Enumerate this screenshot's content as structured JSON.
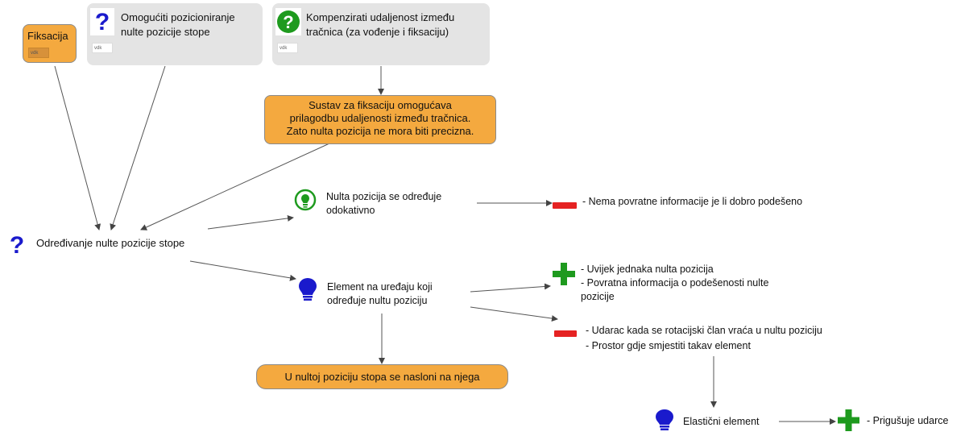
{
  "nodes": {
    "fiksacija": {
      "label": "Fiksacija",
      "tag": "vdk"
    },
    "omoguciti": {
      "label": "Omogućiti pozicioniranje nulte pozicije stope",
      "line1": "Omogućiti pozicioniranje",
      "line2": "nulte pozicije stope",
      "tag": "vdk"
    },
    "kompenzirati": {
      "line1": "Kompenzirati udaljenost između",
      "line2": "tračnica (za vođenje i fiksaciju)",
      "tag": "vdk"
    },
    "sustav": {
      "line1": "Sustav za fiksaciju omogućava",
      "line2": "prilagodbu udaljenosti između tračnica.",
      "line3": "Zato nulta pozicija ne mora biti precizna."
    },
    "odredivanje": {
      "label": "Određivanje nulte pozicije stope"
    },
    "nulta_odokativno": {
      "line1": "Nulta pozicija se određuje",
      "line2": "odokativno"
    },
    "minus1": {
      "text": "- Nema povratne informacije je li dobro podešeno"
    },
    "element": {
      "line1": "Element na uređaju koji",
      "line2": "određuje nultu poziciju"
    },
    "plus1": {
      "line1": "- Uvijek jednaka nulta pozicija",
      "line2": "- Povratna informacija o podešenosti nulte",
      "line3": "pozicije"
    },
    "minus2": {
      "line1": "- Udarac kada se rotacijski član vraća u nultu poziciju",
      "line2": "- Prostor gdje smjestiti takav element"
    },
    "naslon": {
      "label": "U nultoj poziciju stopa se nasloni na njega"
    },
    "elasticni": {
      "label": "Elastični element"
    },
    "plus2": {
      "text": "- Prigušuje udarce"
    }
  },
  "icons": {
    "question": "question-mark-icon",
    "question_green": "question-circle-icon",
    "bulb_green": "lightbulb-outline-icon",
    "bulb_blue": "lightbulb-icon",
    "minus": "minus-icon",
    "plus": "plus-icon"
  },
  "colors": {
    "orange": "#f4a93f",
    "gray_box": "#e4e4e4",
    "blue": "#1a1acc",
    "green": "#1e9a1e",
    "red": "#e52222",
    "arrow": "#444444"
  }
}
